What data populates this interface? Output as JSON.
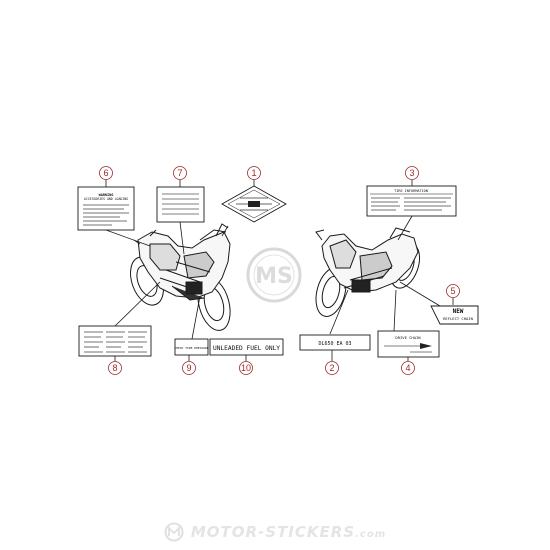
{
  "diagram": {
    "callouts": [
      "1",
      "2",
      "3",
      "4",
      "5",
      "6",
      "7",
      "8",
      "9",
      "10"
    ],
    "labels": {
      "fuel": "UNLEADED FUEL ONLY",
      "tire": "CHECK TIRE PRESSURE",
      "reflector_new": "NEW",
      "reflector_sub": "REFLECT CHAIN",
      "warning_head": "WARNING",
      "warning_sub": "ACCESSORIES AND LOADING",
      "tire_info": "TIRE INFORMATION",
      "info_4": "DRIVE  CHAIN",
      "model_code": "DL650  EA 03"
    },
    "watermark": "MS"
  },
  "footer": {
    "brand": "MOTOR-STICKERS",
    "tld": ".com"
  },
  "colors": {
    "callout": "#9a2a2a",
    "line": "#1a1a1a",
    "watermark": "#d9d9d9"
  }
}
